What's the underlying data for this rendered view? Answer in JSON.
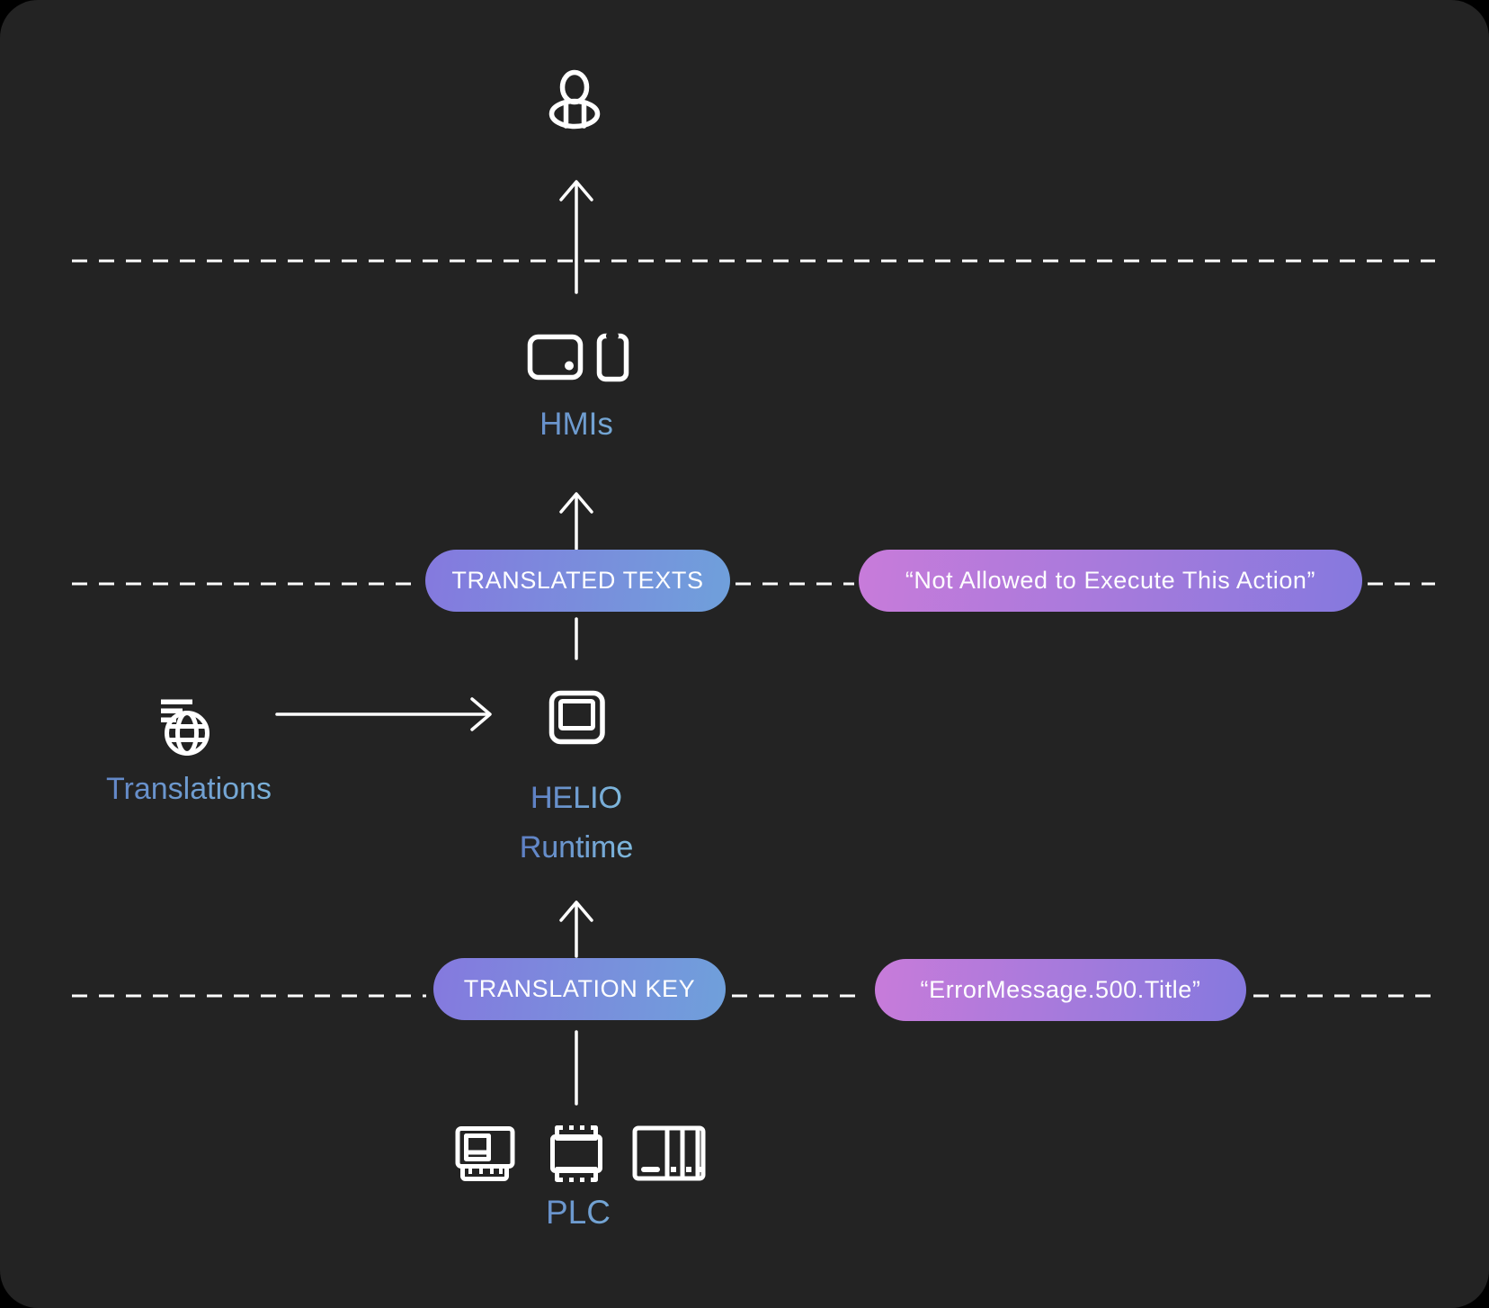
{
  "colors": {
    "background": "#000000",
    "panel": "#232323",
    "stroke": "#ffffff",
    "label_blue_start": "#5e7fc4",
    "label_blue_end": "#7fb9dc",
    "pill_purple": "#8579de",
    "pill_blue": "#6fa0db",
    "pill_pink": "#c87bda"
  },
  "nodes": {
    "user": {
      "icon": "person-icon"
    },
    "hmis": {
      "label": "HMIs",
      "icons": [
        "tablet-icon",
        "smartphone-icon"
      ]
    },
    "translations": {
      "label": "Translations",
      "icon": "globe-text-lines-icon"
    },
    "helio_runtime": {
      "label_line1": "HELIO",
      "label_line2": "Runtime",
      "icon": "hmi-panel-icon"
    },
    "plc": {
      "label": "PLC",
      "icons": [
        "plc-controller-icon",
        "din-rail-module-icon",
        "rack-plc-icon"
      ]
    }
  },
  "pills": {
    "translated_texts": {
      "label": "TRANSLATED TEXTS"
    },
    "translated_texts_example": {
      "label": "“Not Allowed to Execute This Action”"
    },
    "translation_key": {
      "label": "TRANSLATION KEY"
    },
    "translation_key_example": {
      "label": "“ErrorMessage.500.Title”"
    }
  }
}
